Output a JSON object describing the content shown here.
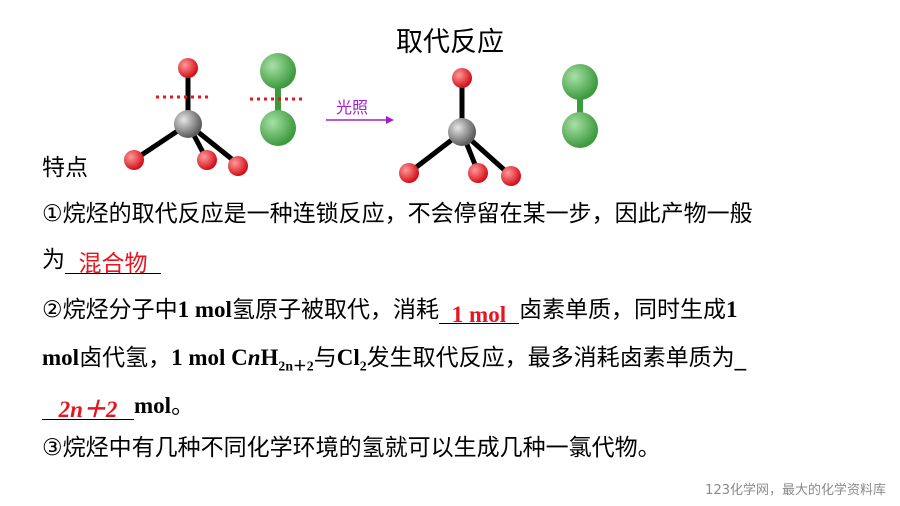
{
  "title": "取代反应",
  "reaction": {
    "arrow_label": "光照",
    "colors": {
      "carbon": "#7f7f7f",
      "hydrogen": "#e8141e",
      "chlorine": "#55b855",
      "dotted": "#e8141e",
      "arrow": "#a020c8"
    },
    "icons": [
      "methane-molecule-icon",
      "chlorine-molecule-icon",
      "reaction-arrow-icon",
      "methyl-radical-icon",
      "chlorine-molecule-split-icon"
    ]
  },
  "heading": "特点",
  "point1": {
    "marker": "①",
    "text_a": "烷烃的取代反应是一种连锁反应，不会停留在某一步，因此产物一般",
    "text_b": "为",
    "answer": "混合物"
  },
  "point2": {
    "marker": "②",
    "t1": "烷烃分子中",
    "v1": "1 mol",
    "t2": "氢原子被取代，消耗",
    "answer1": "1 mol",
    "t3": "卤素单质，同时生成",
    "v2": "1",
    "v3": "mol",
    "t4": "卤代氢，",
    "v4": "1 mol C",
    "formula_n": "n",
    "formula_h": "H",
    "formula_sub": "2n＋2",
    "t5": "与",
    "cl": "Cl",
    "cl_sub": "2",
    "t6": "发生取代反应，最多消耗卤素单质为",
    "tail": "_",
    "answer2": "2n＋2",
    "unit": "mol",
    "end": "。"
  },
  "point3": {
    "marker": "③",
    "text": "烷烃中有几种不同化学环境的氢就可以生成几种一氯代物。"
  },
  "footer": "123化学网，最大的化学资料库"
}
